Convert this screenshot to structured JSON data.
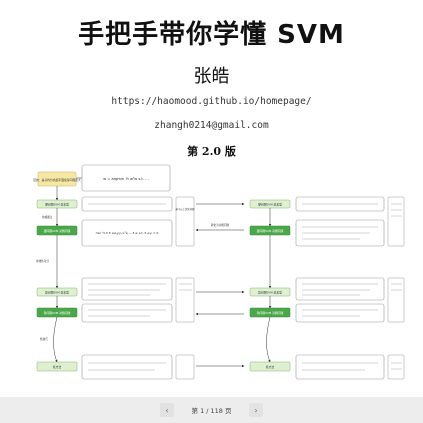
{
  "document": {
    "title": "手把手带你学懂 SVM",
    "author": "张皓",
    "url": "https://haomood.github.io/homepage/",
    "email": "zhangh0214@gmail.com",
    "edition": "第 2.0 版"
  },
  "diagram": {
    "top_formula": "w = argmin ½ wᵀw   s.t. …",
    "left_col": {
      "note": "目的：是寻找分离超平面使得间隔最大",
      "step_1": "硬间隔SVM 基本型",
      "step_2": "硬间隔SVM 对偶问题",
      "step_3": "软间隔SVM 基本型",
      "step_4": "软间隔SVM 对偶问题",
      "step_5": "核方法",
      "lbl_lagrange": "拉格朗日",
      "lbl_primal": "非线性可分",
      "lbl_kernel": "核技巧"
    },
    "right_col": {
      "step_1": "硬间隔SVM 基本型",
      "step_2": "硬间隔SVM 对偶问题",
      "step_3": "软间隔SVM 基本型",
      "step_4": "软间隔SVM 对偶问题",
      "step_5": "核方法"
    },
    "formula_box": "min ½ Σ Σ αᵢαⱼyᵢyⱼ xᵢᵀxⱼ − Σ αᵢ   s.t. Σ αᵢyᵢ = 0",
    "note_box": "基于以上优化问题",
    "arrow_mid": "转化为对偶问题"
  },
  "viewer": {
    "page_indicator": "第 1 / 118 页",
    "prev_label": "‹",
    "next_label": "›"
  },
  "colors": {
    "green_box": "#4aa84a",
    "pale_green": "#dff0d0",
    "yellow_note": "#f6e8a4",
    "border": "#999999"
  }
}
